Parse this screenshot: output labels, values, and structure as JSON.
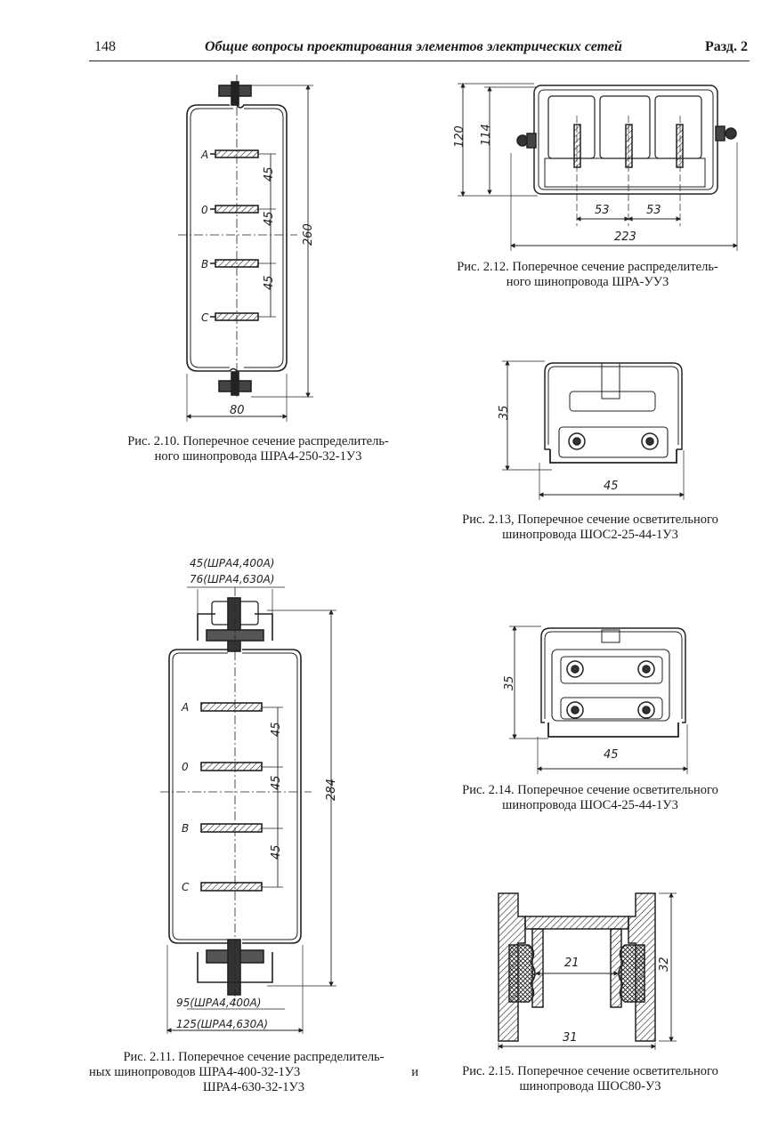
{
  "header": {
    "page_number": "148",
    "running_title": "Общие вопросы проектирования элементов электрических сетей",
    "section": "Разд. 2"
  },
  "fig_2_10": {
    "caption_l1": "Рис. 2.10. Поперечное сечение распределитель-",
    "caption_l2": "ного шинопровода ШРА4-250-32-1У3",
    "phases": [
      "A",
      "0",
      "B",
      "C"
    ],
    "pitch": "45",
    "height": "260",
    "width": "80"
  },
  "fig_2_11": {
    "caption_l1": "Рис. 2.11. Поперечное сечение распределитель-",
    "caption_l2a": "ных шинопроводов ШРА4-400-32-1У3",
    "caption_l2b": "и",
    "caption_l3": "ШРА4-630-32-1У3",
    "phases": [
      "A",
      "0",
      "B",
      "C"
    ],
    "pitch": "45",
    "height": "284",
    "top_note_1": "45(ШРА4,400А)",
    "top_note_2": "76(ШРА4,630А)",
    "bottom_note_1": "95(ШРА4,400А)",
    "bottom_note_2": "125(ШРА4,630А)"
  },
  "fig_2_12": {
    "caption_l1": "Рис. 2.12. Поперечное сечение распределитель-",
    "caption_l2": "ного шинопровода ШРА-УУ3",
    "dim_120": "120",
    "dim_114": "114",
    "dim_53a": "53",
    "dim_53b": "53",
    "dim_223": "223"
  },
  "fig_2_13": {
    "caption_l1": "Рис.  2.13, Поперечное сечение осветительного",
    "caption_l2": "шинопровода ШОС2-25-44-1У3",
    "height": "35",
    "width": "45"
  },
  "fig_2_14": {
    "caption_l1": "Рис. 2.14. Поперечное сечение осветительного",
    "caption_l2": "шинопровода ШОС4-25-44-1У3",
    "height": "35",
    "width": "45"
  },
  "fig_2_15": {
    "caption_l1": "Рис. 2.15. Поперечное сечение осветительного",
    "caption_l2": "шинопровода ШОС80-У3",
    "inner": "21",
    "height": "32",
    "width": "31"
  }
}
